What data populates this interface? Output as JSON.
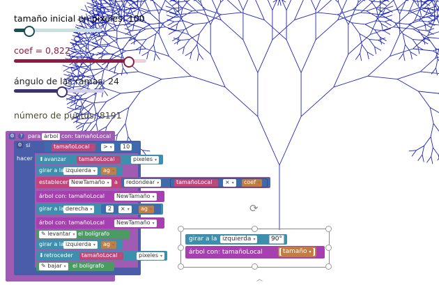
{
  "sliders": [
    {
      "label": "tamaño inicial en pixeles: 100",
      "value": 0.15,
      "color": "#1a4d58"
    },
    {
      "label": "coef = 0,822",
      "value": 0.86,
      "color": "#8b1d42"
    },
    {
      "label": "ángulo de las ramas: 24",
      "value": 0.52,
      "color": "#3a3370"
    }
  ],
  "points_label": "número de puntos: 8191",
  "colors": {
    "tree": "#1f26b8",
    "procedure": "#a05cb3",
    "control": "#4a5da8",
    "motion": "#3d8fad",
    "variable": "#c1457a",
    "math": "#3f6bad",
    "pen": "#4a9b62",
    "text_block": "#c47d41",
    "selected": "#a640b0"
  },
  "tree": {
    "depth": 12,
    "trunk": 100,
    "coef": 0.822,
    "angle": 24
  },
  "blocks": {
    "proc_header": "para",
    "proc_name": "árbol",
    "proc_param": "con: tamañoLocal",
    "if_label": "si",
    "do_label": "hacer",
    "cond_var": "tamañoLocal",
    "cond_op": ">",
    "cond_val": "10",
    "forward_label": "avanzar",
    "forward_var": "tamañoLocal",
    "forward_unit": "pixeles",
    "turn_label": "girar a la",
    "left_dir": "izquierda",
    "turn_ag": "ag",
    "set_label": "establecer",
    "set_var": "NewTamaño",
    "set_to": "a",
    "round_label": "redondear",
    "mul_var": "tamañoLocal",
    "mul_op": "×",
    "mul_coef": "coef",
    "call_label": "árbol",
    "call_with": "con: tamañoLocal",
    "call_arg": "NewTamaño",
    "right_dir": "derecha",
    "mult_num": "2",
    "mult_op": "×",
    "mult_ag": "ag",
    "pen_up": "levantar",
    "pen_up_suffix": "el bolígrafo",
    "back_label": "retroceder",
    "back_var": "tamañoLocal",
    "back_unit": "pixeles",
    "pen_down": "bajar",
    "pen_down_suffix": "el bolígrafo"
  },
  "overlay": {
    "turn_label": "girar a la",
    "dir": "izquierda",
    "angle": "90°",
    "call_label": "árbol",
    "call_with": "con: tamañoLocal",
    "call_arg": "tamaño"
  }
}
